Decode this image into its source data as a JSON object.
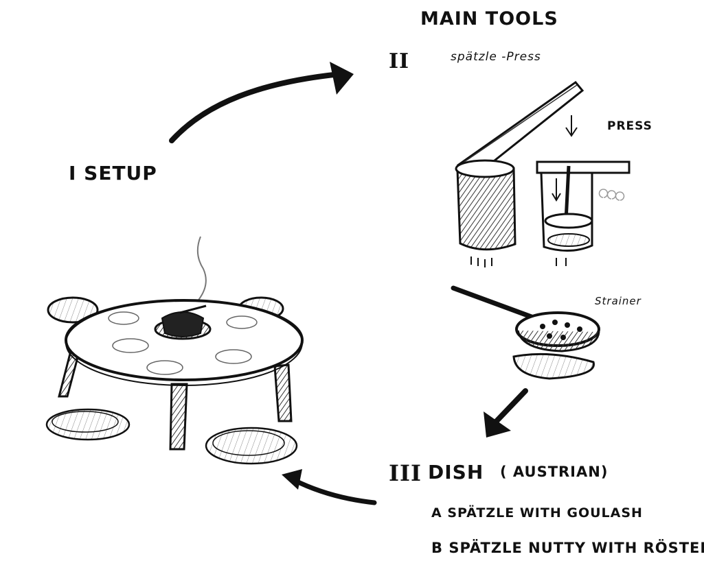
{
  "title": "MAIN TOOLS",
  "section1": {
    "label": "I SETUP"
  },
  "section2": {
    "numeral": "II",
    "label": "spätzle -Press",
    "press_label": "PRESS",
    "strainer_label": "Strainer"
  },
  "section3": {
    "numeral": "III",
    "label": "DISH",
    "note": "( AUSTRIAN)",
    "items": [
      "A SPÄTZLE WITH GOULASH",
      "B SPÄTZLE NUTTY WITH RÖSTER"
    ]
  },
  "colors": {
    "ink": "#111111",
    "paper": "#ffffff"
  }
}
